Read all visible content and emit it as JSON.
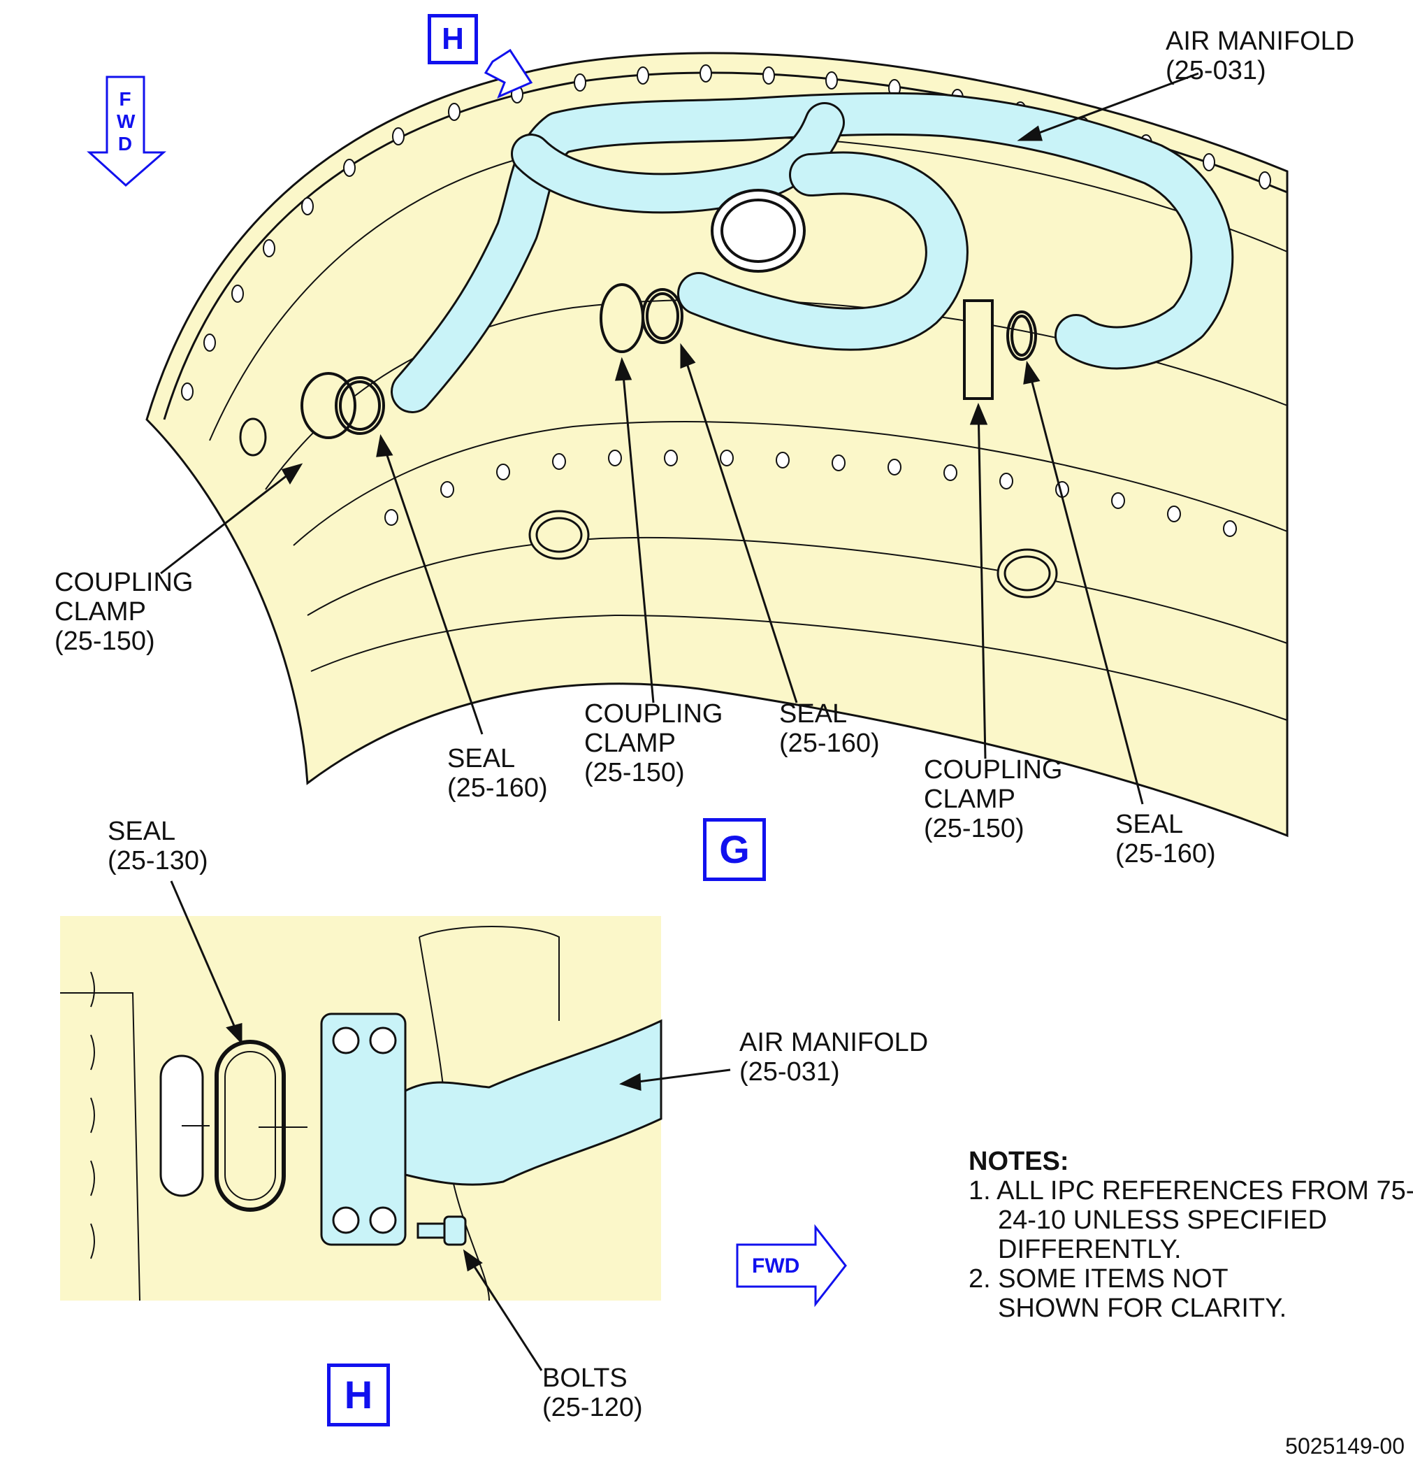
{
  "colors": {
    "structure_fill": "#fbf7c9",
    "manifold_fill": "#c9f3f8",
    "linework": "#111111",
    "view_marker": "#1111ee"
  },
  "view_g": {
    "title": "G",
    "fwd_label": "FWD",
    "callouts": {
      "air_manifold": "AIR MANIFOLD\n(25-031)",
      "coupling_clamp_left": "COUPLING\nCLAMP\n(25-150)",
      "seal_left": "SEAL\n(25-160)",
      "coupling_clamp_center": "COUPLING\nCLAMP\n(25-150)",
      "seal_center": "SEAL\n(25-160)",
      "coupling_clamp_right": "COUPLING\nCLAMP\n(25-150)",
      "seal_right": "SEAL\n(25-160)"
    },
    "detail_marker": "H"
  },
  "view_h": {
    "title": "H",
    "fwd_label": "FWD",
    "callouts": {
      "seal": "SEAL\n(25-130)",
      "air_manifold": "AIR MANIFOLD\n(25-031)",
      "bolts": "BOLTS\n(25-120)"
    }
  },
  "notes": {
    "heading": "NOTES:",
    "items": [
      "1. ALL IPC REFERENCES FROM 75-24-10 UNLESS SPECIFIED DIFFERENTLY.",
      "2. SOME ITEMS NOT SHOWN FOR CLARITY."
    ]
  },
  "document_id": "5025149-00"
}
